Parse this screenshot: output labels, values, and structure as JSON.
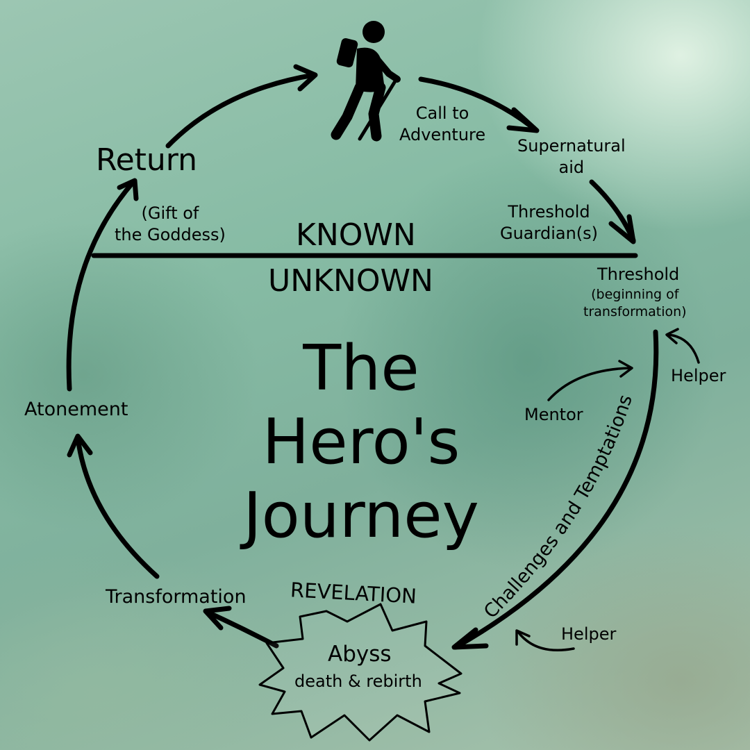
{
  "labels": {
    "call": [
      "Call to",
      "Adventure"
    ],
    "supernatural": [
      "Supernatural",
      "aid"
    ],
    "guardian": [
      "Threshold",
      "Guardian(s)"
    ],
    "threshold": "Threshold",
    "threshold_note": [
      "(beginning of",
      "transformation)"
    ],
    "helper_top": "Helper",
    "mentor": "Mentor",
    "challenges": "Challenges and Temptations",
    "helper_bottom": "Helper",
    "revelation": "REVELATION",
    "abyss": "Abyss",
    "abyss_note": "death & rebirth",
    "transformation": "Transformation",
    "atonement": "Atonement",
    "return": "Return",
    "gift": [
      "(Gift of",
      "the Goddess)"
    ],
    "known": "KNOWN",
    "unknown": "UNKNOWN"
  },
  "title": [
    "The",
    "Hero's",
    "Journey"
  ],
  "icons": {
    "hiker": "hiker-icon",
    "starburst": "starburst-icon"
  },
  "colors": {
    "ink": "#000000"
  }
}
